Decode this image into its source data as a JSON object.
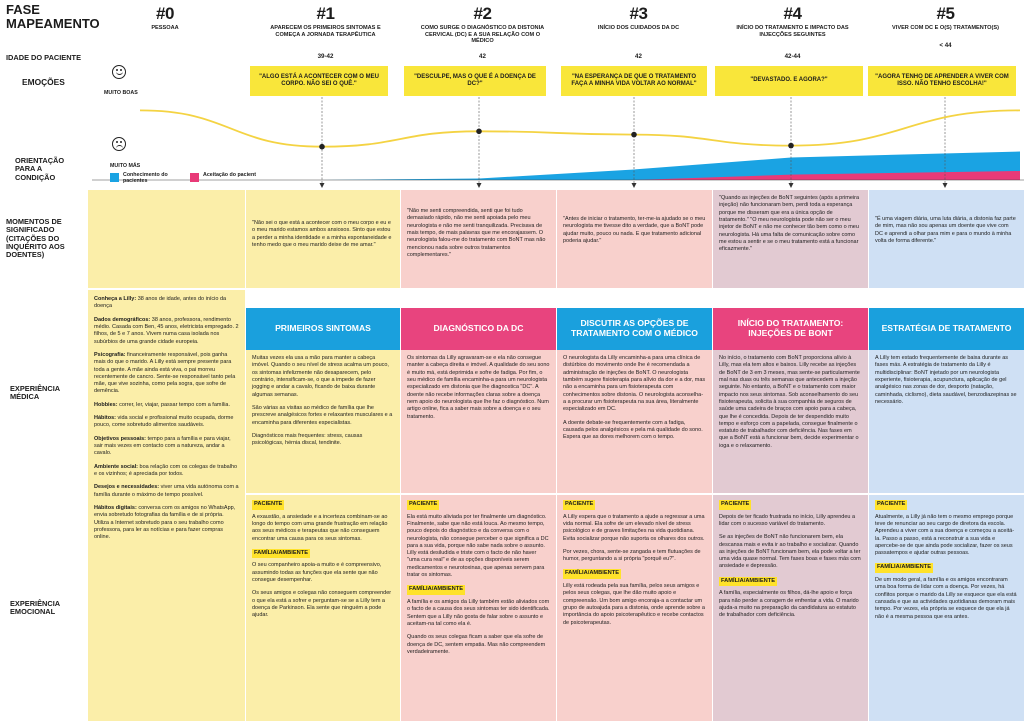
{
  "header": {
    "phase_label": "FASE",
    "mapping_label": "MAPEAMENTO"
  },
  "rows": {
    "age": "IDADE DO PACIENTE",
    "emotions": "EMOÇÕES",
    "orientation": "ORIENTAÇÃO PARA A CONDIÇÃO",
    "moments": "MOMENTOS DE SIGNIFICADO (CITAÇÕES DO INQUÉRITO AOS DOENTES)",
    "medical": "EXPERIÊNCIA MÉDICA",
    "emotional": "EXPERIÊNCIA EMOCIONAL"
  },
  "scale": {
    "high": "MUITO BOAS",
    "low": "MUITO MÁS"
  },
  "legend": {
    "knowledge": "Conhecimento do pacientes",
    "acceptance": "Aceitação do pacient",
    "knowledge_color": "#1aa3e3",
    "acceptance_color": "#e83a78"
  },
  "phases": [
    {
      "num": "#0",
      "title": "PESSOAA",
      "age": ""
    },
    {
      "num": "#1",
      "title": "APARECEM OS PRIMEIROS SINTOMAS E COMEÇA A JORNADA TERAPÊUTICA",
      "age": "39-42"
    },
    {
      "num": "#2",
      "title": "COMO SURGE O DIAGNÓSTICO DA DISTONIA CERVICAL (DC) E A SUA RELAÇÃO COM O MÉDICO",
      "age": "42"
    },
    {
      "num": "#3",
      "title": "INÍCIO DOS CUIDADOS DA DC",
      "age": "42"
    },
    {
      "num": "#4",
      "title": "INÍCIO DO TRATAMENTO E IMPACTO DAS INJECÇÕES SEGUINTES",
      "age": "42-44"
    },
    {
      "num": "#5",
      "title": "VIVER COM DC E O(S) TRATAMENTO(S)",
      "age": "< 44"
    }
  ],
  "quotes_top": [
    "\"ALGO ESTÁ A ACONTECER COM O MEU CORPO. NÃO SEI O QUÊ.\"",
    "\"DESCULPE, MAS O QUE É A DOENÇA DE DC?\"",
    "\"NA ESPERANÇA DE QUE O TRATAMENTO FAÇA A MINHA VIDA VOLTAR AO NORMAL\"",
    "\"DEVASTADO. E AGORA?\"",
    "\"AGORA TENHO DE APRENDER A VIVER COM ISSO. NÃO TENHO ESCOLHA!\""
  ],
  "emotion_curve": [
    {
      "x": 0,
      "v": 0.72
    },
    {
      "x": 1,
      "v": 0.06
    },
    {
      "x": 2,
      "v": 0.34
    },
    {
      "x": 3,
      "v": 0.28
    },
    {
      "x": 4,
      "v": 0.08
    },
    {
      "x": 5,
      "v": 0.72
    }
  ],
  "orientation_chart": {
    "knowledge": [
      {
        "x": 0,
        "v": 0
      },
      {
        "x": 1,
        "v": 0
      },
      {
        "x": 2,
        "v": 0.05
      },
      {
        "x": 3,
        "v": 0.35
      },
      {
        "x": 4,
        "v": 0.75
      },
      {
        "x": 5,
        "v": 0.95
      }
    ],
    "acceptance": [
      {
        "x": 0,
        "v": 0
      },
      {
        "x": 1,
        "v": 0
      },
      {
        "x": 2,
        "v": 0
      },
      {
        "x": 3,
        "v": 0
      },
      {
        "x": 4,
        "v": 0.18
      },
      {
        "x": 5,
        "v": 0.3
      }
    ]
  },
  "moments": [
    "",
    "\"Não sei o que está a acontecer com o meu corpo e eu e o meu marido estamos ambos ansiosos. Sinto que estou a perder a minha identidade e a minha espontaneidade e tenho medo que o meu marido deixe de me amar.\"",
    "\"Não me senti compreendida, senti que foi tudo demasiado rápido, não me senti apoiada pelo meu neurologista e não me senti tranquilizada. Precisava de mais tempo, de mais palavras que me encorajassem. O neurologista falou-me do tratamento com BoNT mas não mencionou nada sobre outros tratamentos complementares.\"",
    "\"Antes de iniciar o tratamento, ter-me-ia ajudado se o meu neurologista me tivesse dito a verdade, que a BoNT pode ajudar muito, pouco ou nada. E que tratamento adicional poderia ajudar.\"",
    "\"Quando as injeções de BoNT seguintes (após a primeira injeção) não funcionaram bem, perdi toda a esperança porque me disseram que era a única opção de tratamento.\" \"O meu neurologista pode não ser o meu injetor de BoNT e não me conhecer tão bem como o meu neurologista. Há uma falta de comunicação sobre como me estou a sentir e se o meu tratamento está a funcionar eficazmente.\"",
    "\"É uma viagem diária, uma luta diária, a distonia faz parte de mim, mas não sou apenas um doente que vive com DC e aprendi a olhar para mim e para o mundo à minha volta de forma diferente.\""
  ],
  "persona": [
    {
      "k": "Conheça a Lilly:",
      "v": "38 anos de idade, antes do início da doença"
    },
    {
      "k": "Dados demográficos:",
      "v": "38 anos, professora, rendimento médio. Casada com Ben, 45 anos, eletricista empregado. 2 filhos, de 5 e 7 anos. Vivem numa casa isolada nos subúrbios de uma grande cidade europeia."
    },
    {
      "k": "Psicografia:",
      "v": "financeiramente responsável, pois ganha mais do que o marido. A Lilly está sempre presente para toda a gente. A mãe ainda está viva, o pai morreu recentemente de cancro. Sente-se responsável tanto pela mãe, que vive sozinha, como pela sogra, que sofre de demência."
    },
    {
      "k": "Hobbies:",
      "v": "correr, ler, viajar, passar tempo com a família."
    },
    {
      "k": "Hábitos:",
      "v": "vida social e profissional muito ocupada, dorme pouco, come sobretudo alimentos saudáveis."
    },
    {
      "k": "Objetivos pessoais:",
      "v": "tempo para a família e para viajar, sair mais vezes em contacto com a natureza, andar a cavalo."
    },
    {
      "k": "Ambiente social:",
      "v": "boa relação com os colegas de trabalho e os vizinhos; é apreciada por todos."
    },
    {
      "k": "Desejos e necessidades:",
      "v": "viver uma vida autónoma com a família durante o máximo de tempo possível."
    },
    {
      "k": "Hábitos digitais:",
      "v": "conversa com os amigos no WhatsApp, envia sobretudo fotografias da família e de si própria. Utiliza a Internet sobretudo para o seu trabalho como professora, para ler as notícias e para fazer compras online."
    }
  ],
  "medical": [
    {
      "header": "PRIMEIROS SINTOMAS",
      "paras": [
        "Muitas vezes ela usa a mão para manter a cabeça imóvel. Quando o seu nível de stress acalma um pouco, os sintomas infelizmente não desaparecem, pelo contrário, intensificam-se, o que a impede de fazer jogging e andar a cavalo, ficando de baixa durante algumas semanas.",
        "São várias as visitas ao médico de família que lhe prescreve analgésicos fortes e relaxantes musculares e a encaminha para diferentes especialistas.",
        "Diagnósticos mais frequentes: stress, causas psicológicas, hérnia discal, tendinite."
      ]
    },
    {
      "header": "DIAGNÓSTICO DA DC",
      "paras": [
        "Os sintomas da Lilly agravaram-se e ela não consegue manter a cabeça direita e imóvel. A qualidade do seu sono é muito má, está deprimida e sofre de fadiga. Por fim, o seu médico de família encaminha-a para um neurologista especializado em distonia que lhe diagnostica \"DC\". A doente não recebe informações claras sobre a doença nem apoio do neurologista que lhe faz o diagnóstico. Num artigo online, fica a saber mais sobre a doença e o seu tratamento."
      ]
    },
    {
      "header": "DISCUTIR AS OPÇÕES DE TRATAMENTO COM O MÉDICO",
      "paras": [
        "O neurologista da Lilly encaminha-a para uma clínica de distúrbios do movimento onde lhe é recomendada a administração de injeções de BoNT. O neurologista também sugere fisioterapia para alívio da dor e a dor, mas não a encaminha para um fisioterapeuta com conhecimentos sobre distonia. O neurologista aconselha-a a procurar um fisioterapeuta na sua área, literalmente especializado em DC.",
        "A doente debate-se frequentemente com a fadiga, causada pelos analgésicos e pela má qualidade do sono. Espera que as dores melhorem com o tempo."
      ]
    },
    {
      "header": "INÍCIO DO TRATAMENTO: Injeções de BoNT",
      "paras": [
        "No início, o tratamento com BoNT proporciona alívio à Lilly, mas ela tem altos e baixos. Lilly recebe as injeções de BoNT de 3 em 3 meses, mas sente-se particularmente mal nas duas ou três semanas que antecedem a injeção seguinte. No entanto, a BoNT e o tratamento com maior impacto nos seus sintomas. Sob aconselhamento do seu fisioterapeuta, solicita à sua companhia de seguros de saúde uma cadeira de braços com apoio para a cabeça, que lhe é concedida. Depois de ter despendido muito tempo e esforço com a papelada, consegue finalmente o estatuto de trabalhador com deficiência. Nas fases em que a BoNT está a funcionar bem, decide experimentar o ioga e o relaxamento."
      ]
    },
    {
      "header": "ESTRATÉGIA DE TRATAMENTO",
      "paras": [
        "A Lilly tem estado frequentemente de baixa durante as fases más. A estratégia de tratamento da Lilly é multidisciplinar: BoNT injetado por um neurologista experiente, fisioterapia, acupunctura, aplicação de gel analgésico nas zonas de dor, desporto (natação, caminhada, ciclismo), dieta saudável, benzodiazepinas se necessário."
      ]
    }
  ],
  "emotional": [
    {
      "patient_label": "PACIENTE",
      "patient": [
        "A exaustão, a ansiedade e a incerteza combinam-se ao longo do tempo com uma grande frustração em relação aos seus médicos e terapeutas que não conseguem encontrar uma causa para os seus sintomas."
      ],
      "family_label": "FAMÍLIA/AMBIENTE",
      "family": [
        "O seu companheiro apoia-a muito e é compreensivo, assumindo todas as funções que ela sente que não consegue desempenhar.",
        "Os seus amigos e colegas não conseguem compreender o que ela está a sofrer e perguntam-se se a Lilly tem a doença de Parkinson. Ela sente que ninguém a pode ajudar."
      ]
    },
    {
      "patient_label": "PACIENTE",
      "patient": [
        "Ela está muito aliviada por ter finalmente um diagnóstico. Finalmente, sabe que não está louca. Ao mesmo tempo, pouco depois do diagnóstico e da conversa com o neurologista, não consegue perceber o que significa a DC para a sua vida, porque não sabe nada sobre o assunto. Lilly está desiludida e triste com o facto de não haver \"uma cura real\" e de as opções disponíveis serem medicamentos e neurotoxinas, que apenas servem para tratar os sintomas."
      ],
      "family_label": "FAMÍLIA/AMBIENTE",
      "family": [
        "A família e os amigos da Lilly também estão aliviados com o facto de a causa dos seus sintomas ter sido identificada. Sentem que a Lilly não gosta de falar sobre o assunto e aceitam-na tal como ela é.",
        "Quando os seus colegas ficam a saber que ela sofre de doença de DC, sentem empatia. Mas não compreendem verdadeiramente."
      ]
    },
    {
      "patient_label": "PACIENTE",
      "patient": [
        "A Lilly espera que o tratamento a ajude a regressar a uma vida normal. Ela sofre de um elevado nível de stress psicológico e de graves limitações na vida quotidiana. Evita socializar porque não suporta os olhares dos outros.",
        "Por vezes, chora, sente-se zangada e tem flutuações de humor, perguntando a si própria \"porquê eu?\"."
      ],
      "family_label": "FAMÍLIA/AMBIENTE",
      "family": [
        "Lilly está rodeada pela sua família, pelos seus amigos e pelos seus colegas, que lhe dão muito apoio e compreensão. Um bom amigo encoraja-a a contactar um grupo de autoajuda para a distonia, onde aprende sobre a importância do apoio psicoterapêutico e recebe contactos de psicoterapeutas."
      ]
    },
    {
      "patient_label": "PACIENTE",
      "patient": [
        "Depois de ter ficado frustrada no início, Lilly aprendeu a lidar com o sucesso variável do tratamento.",
        "Se as injeções de BoNT não funcionarem bem, ela descansa mais e evita ir ao trabalho e socializar. Quando as injeções de BoNT funcionam bem, ela pode voltar a ter uma vida quase normal. Tem fases boas e fases más com ansiedade e depressão."
      ],
      "family_label": "FAMÍLIA/AMBIENTE",
      "family": [
        "A família, especialmente os filhos, dá-lhe apoio e força para não perder a coragem de enfrentar a vida. O marido ajuda-a muito na preparação da candidatura ao estatuto de trabalhador com deficiência."
      ]
    },
    {
      "patient_label": "PACIENTE",
      "patient": [
        "Atualmente, a Lilly já não tem o mesmo emprego porque teve de renunciar ao seu cargo de diretora da escola. Aprendeu a viver com a sua doença e começou a aceitá-la. Passo a passo, está a reconstruir a sua vida e apercebe-se de que ainda pode socializar, fazer os seus passatempos e ajudar outras pessoas."
      ],
      "family_label": "FAMÍLIA/AMBIENTE",
      "family": [
        "De um modo geral, a família e os amigos encontraram uma boa forma de lidar com a doença. Por vezes, há conflitos porque o marido da Lilly se esquece que ela está cansada e que as actividades quotidianas demoram mais tempo. Por vezes, ela própria se esquece de que ela já não é a mesma pessoa que era antes."
      ]
    }
  ],
  "colors": {
    "col_header": [
      "#1aa0dd",
      "#e8447e",
      "#1aa0dd",
      "#e8447e",
      "#1aa0dd"
    ],
    "yellow": "#fbeea9",
    "pink": "#f8d0cc",
    "lilac": "#e2cad2",
    "blue": "#cfe0f4",
    "accent": "#ffe22a"
  }
}
